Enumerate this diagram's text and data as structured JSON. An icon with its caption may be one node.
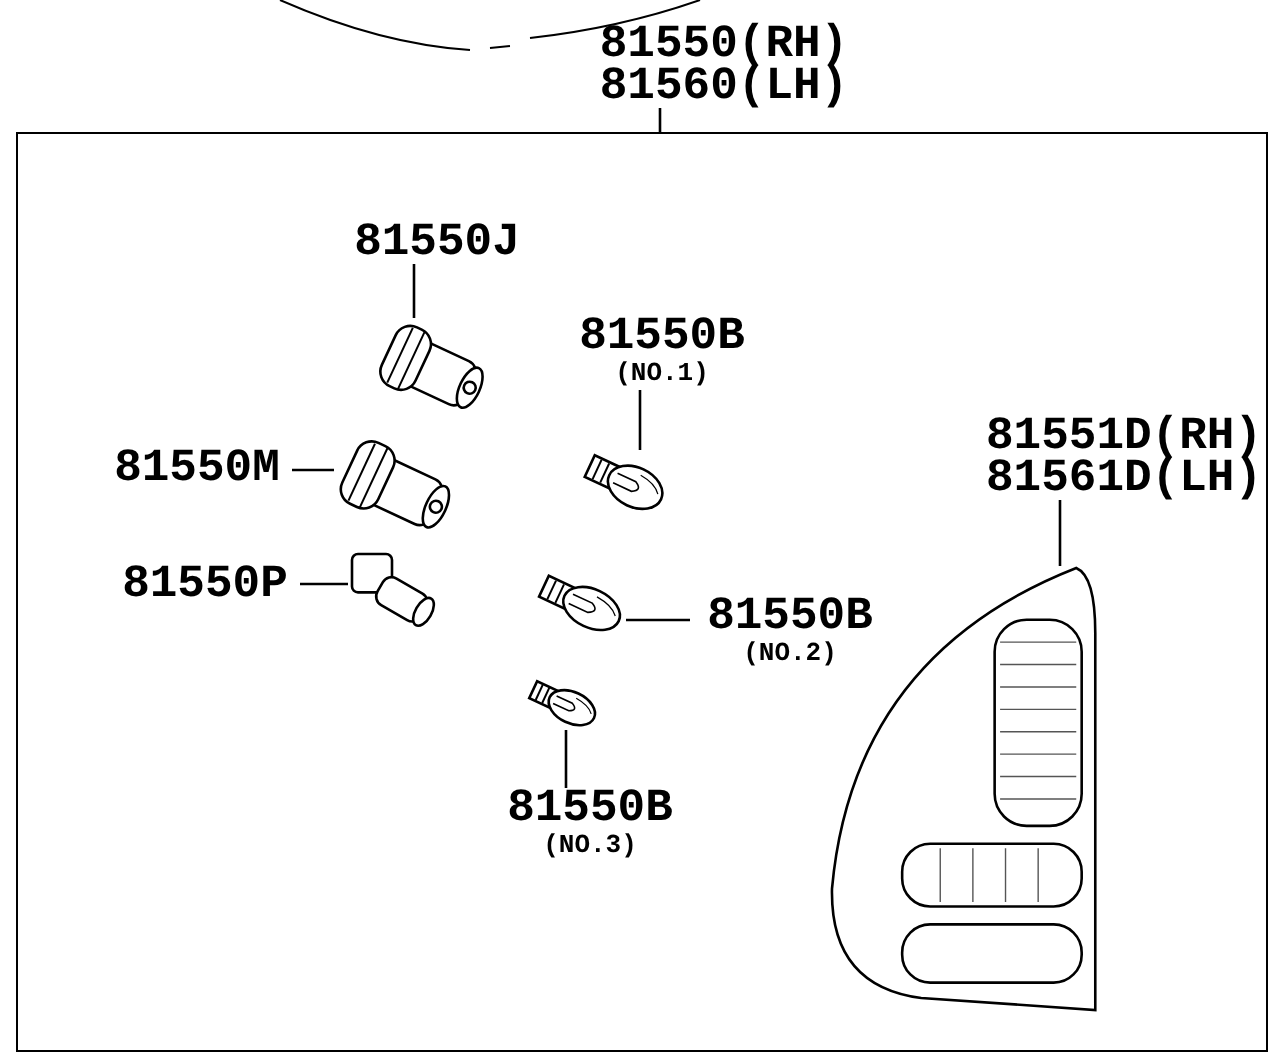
{
  "diagram": {
    "nodes": [
      {
        "text": [
          "81550(RH) 81560(LH)"
        ]
      },
      {
        "text": [],
        "shape": "box"
      },
      {
        "text": [
          "81550J"
        ],
        "in": 1
      },
      {
        "text": [],
        "shape": "picture",
        "in": 1
      },
      {
        "text": [
          "81550B",
          "(NO.1)"
        ],
        "in": 1
      },
      {
        "text": [],
        "shape": "picture",
        "in": 1
      },
      {
        "text": [
          "81550M"
        ],
        "in": 1
      },
      {
        "text": [],
        "shape": "picture",
        "in": 1
      },
      {
        "text": [
          "81550P"
        ],
        "in": 1
      },
      {
        "text": [],
        "shape": "picture",
        "in": 1
      },
      {
        "text": [],
        "shape": "picture",
        "in": 1
      },
      {
        "text": [
          "81550B",
          "(NO.2)"
        ],
        "in": 1
      },
      {
        "text": [],
        "shape": "picture",
        "in": 1
      },
      {
        "text": [
          "81550B",
          "(NO.3)"
        ],
        "in": 1
      },
      {
        "text": [
          "81551D(RH) 81561D(LH)"
        ],
        "in": 1
      },
      {
        "text": [],
        "shape": "picture",
        "in": 1
      }
    ],
    "edges": [
      {
        "from": 0,
        "to": 1,
        "arrow": "none"
      },
      {
        "from": 2,
        "to": 3,
        "arrow": "none"
      },
      {
        "from": 4,
        "to": 5,
        "arrow": "none"
      },
      {
        "from": 6,
        "to": 7,
        "arrow": "none"
      },
      {
        "from": 8,
        "to": 9,
        "arrow": "none"
      },
      {
        "from": 11,
        "to": 10,
        "arrow": "none"
      },
      {
        "from": 13,
        "to": 12,
        "arrow": "none"
      },
      {
        "from": 14,
        "to": 15,
        "arrow": "none"
      }
    ]
  }
}
